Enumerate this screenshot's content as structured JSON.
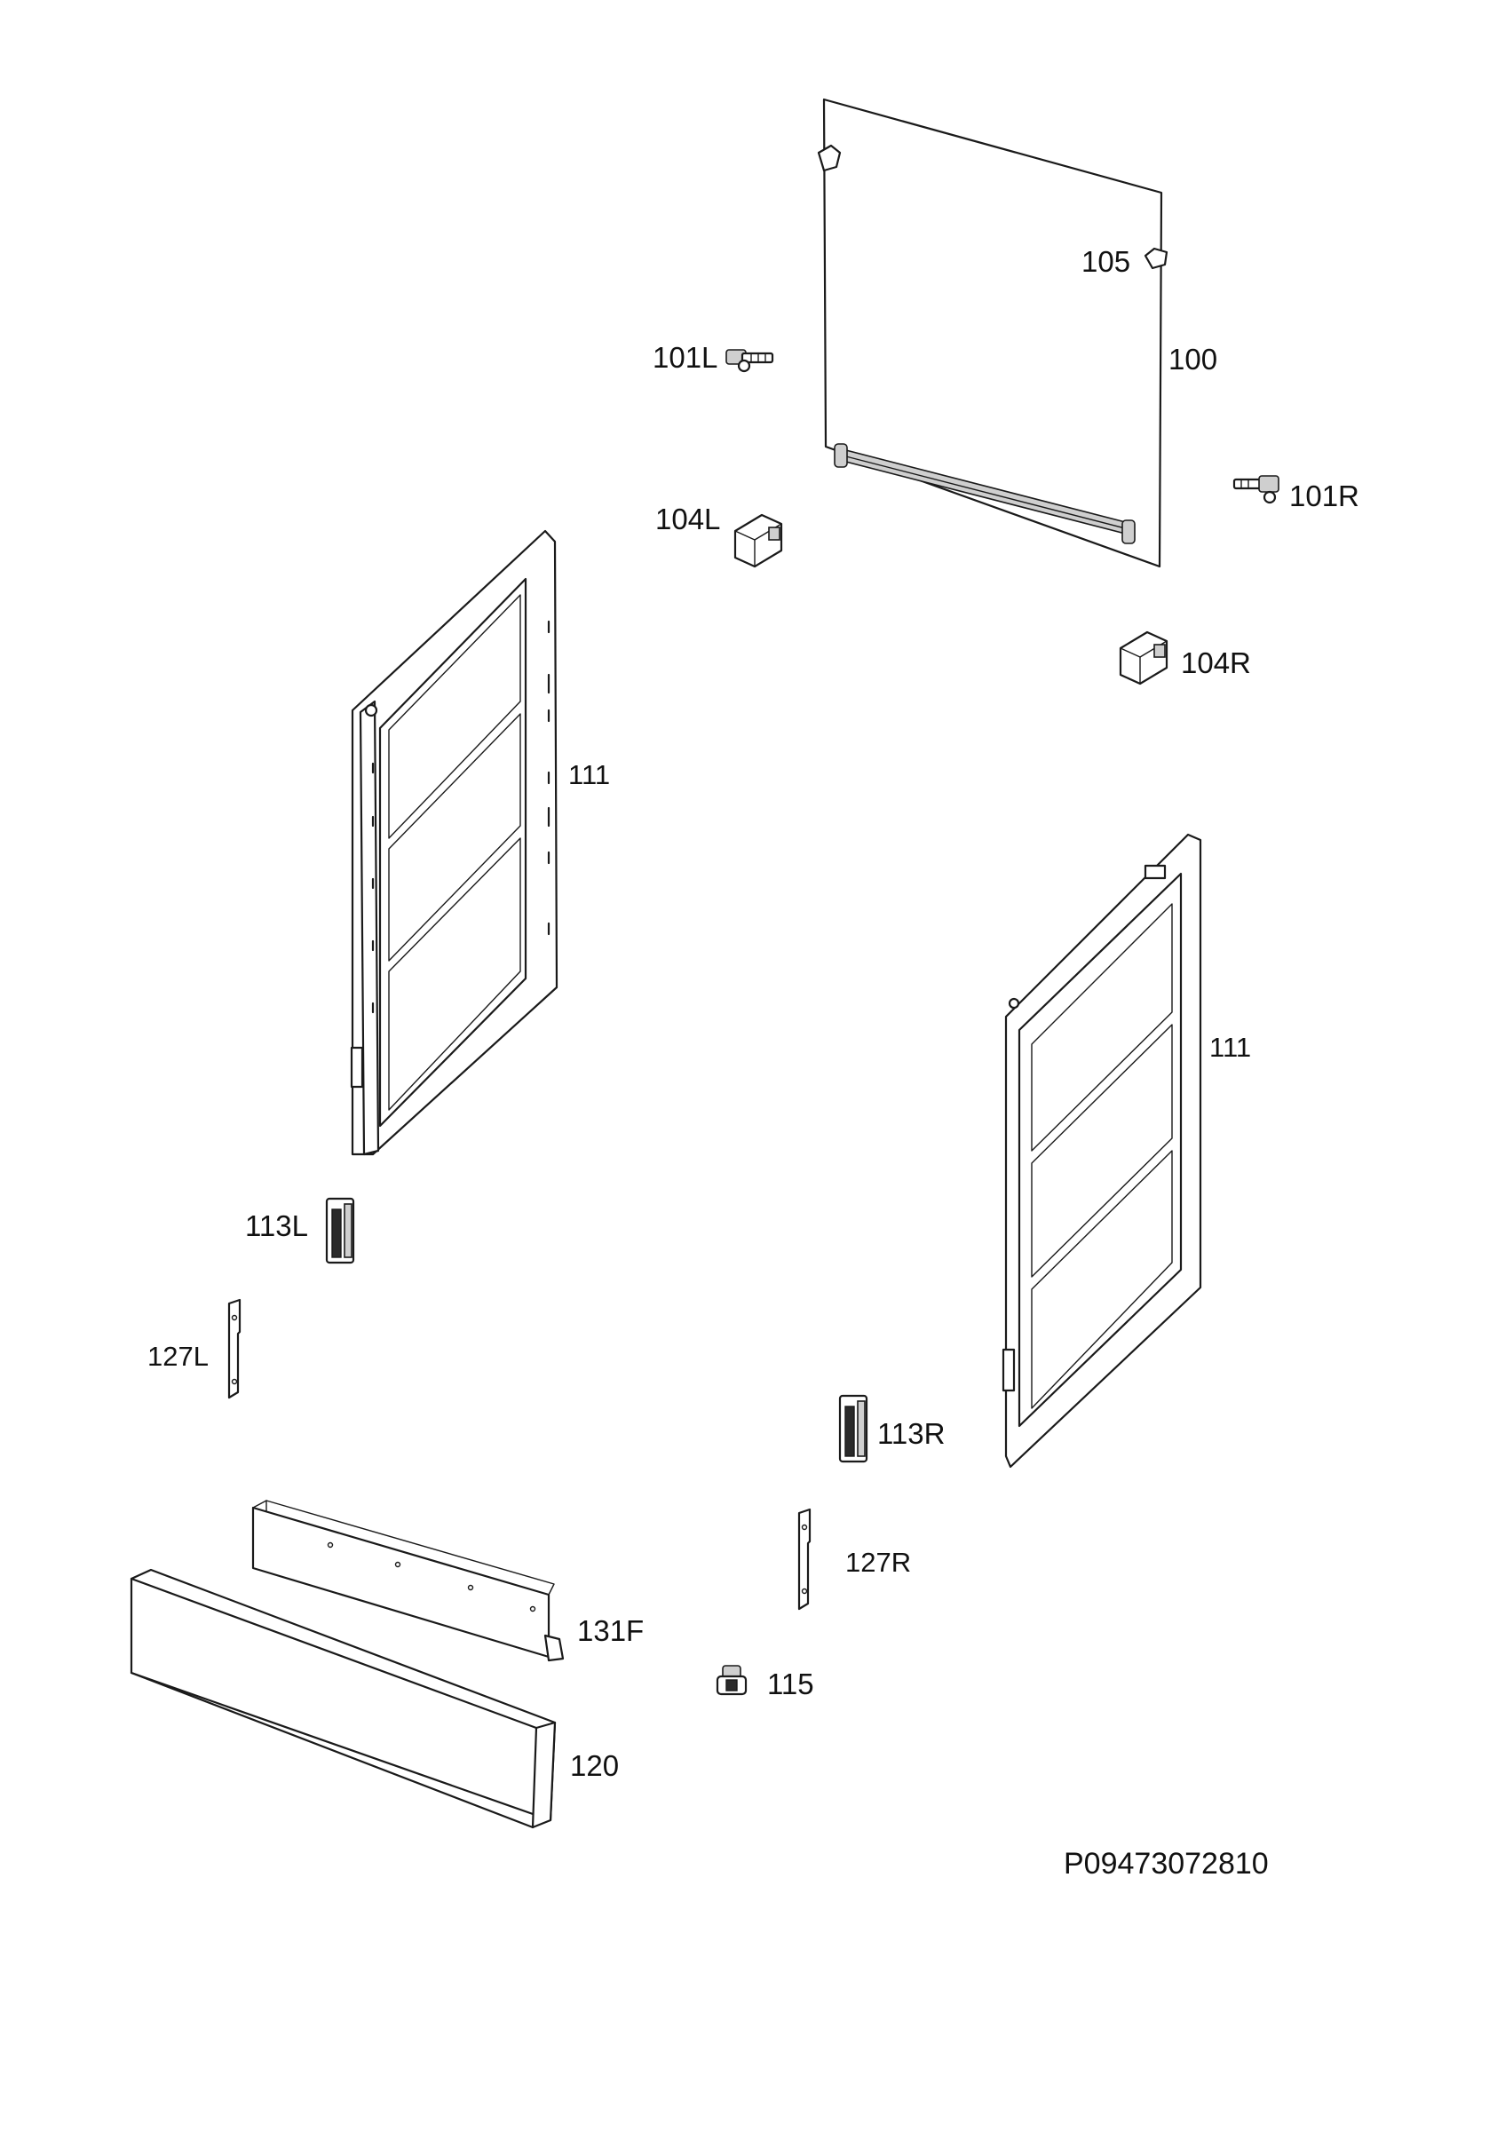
{
  "labels": {
    "l100": "100",
    "l105": "105",
    "l101L": "101L",
    "l101R": "101R",
    "l104L": "104L",
    "l104R": "104R",
    "l111a": "111",
    "l111b": "111",
    "l113L": "113L",
    "l113R": "113R",
    "l127L": "127L",
    "l127R": "127R",
    "l131F": "131F",
    "l115": "115",
    "l120": "120"
  },
  "drawing_code": "P09473072810"
}
